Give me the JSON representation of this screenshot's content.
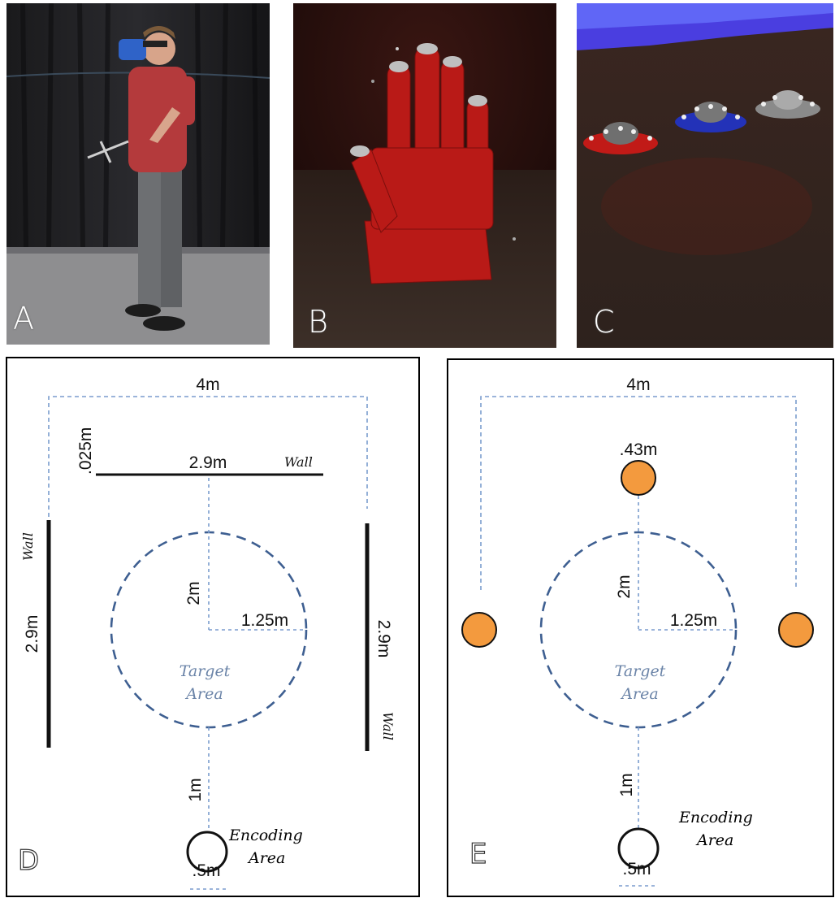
{
  "panels": {
    "a": {
      "letter": "A"
    },
    "b": {
      "letter": "B"
    },
    "c": {
      "letter": "C"
    },
    "d": {
      "letter": "D",
      "width_label": "4m",
      "wall_thickness_label": ".025m",
      "top_wall_length_label": "2.9m",
      "wall_label": "Wall",
      "left_wall_length_label": "2.9m",
      "right_wall_length_label": "2.9m",
      "center_distance_label": "2m",
      "radius_label": "1.25m",
      "target_label_line1": "Target",
      "target_label_line2": "Area",
      "encoding_distance_label": "1m",
      "encoding_label_line1": "Encoding",
      "encoding_label_line2": "Area",
      "encoding_diameter_label": ".5m"
    },
    "e": {
      "letter": "E",
      "width_label": "4m",
      "landmark_size_label": ".43m",
      "center_distance_label": "2m",
      "radius_label": "1.25m",
      "target_label_line1": "Target",
      "target_label_line2": "Area",
      "encoding_distance_label": "1m",
      "encoding_label_line1": "Encoding",
      "encoding_label_line2": "Area",
      "encoding_diameter_label": ".5m"
    }
  },
  "colors": {
    "dimension_line": "#7a9ccd",
    "target_circle": "#3e5f91",
    "wall": "#111111",
    "landmark_fill": "#f39a3e",
    "hand_red": "#b91a17",
    "ufo_red": "#c11a17",
    "ufo_blue": "#2332b8",
    "ufo_gray": "#8a8a8a"
  }
}
